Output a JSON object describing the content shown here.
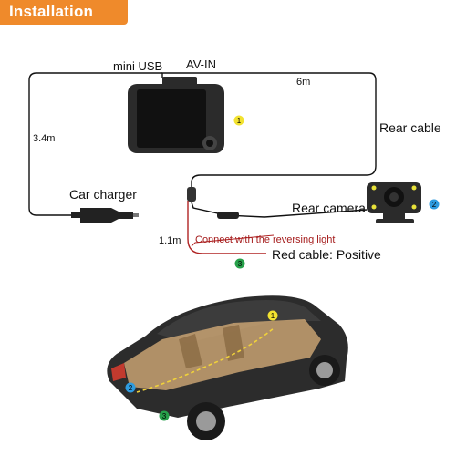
{
  "header": {
    "title": "Installation"
  },
  "labels": {
    "mini_usb": "mini USB",
    "av_in": "AV-IN",
    "cable_6m": "6m",
    "rear_cable": "Rear cable",
    "cable_3_4m": "3.4m",
    "car_charger": "Car charger",
    "rear_camera": "Rear camera",
    "cable_1_1m": "1.1m",
    "reversing_light": "Connect with the reversing light",
    "red_cable": "Red cable: Positive"
  },
  "markers": [
    {
      "number": "1",
      "color": "#f2e230"
    },
    {
      "number": "2",
      "color": "#2e9be0"
    },
    {
      "number": "3",
      "color": "#27a04a"
    }
  ],
  "colors": {
    "banner": "#ef8a2b",
    "red_wire": "#b02424",
    "wire": "#111111"
  }
}
